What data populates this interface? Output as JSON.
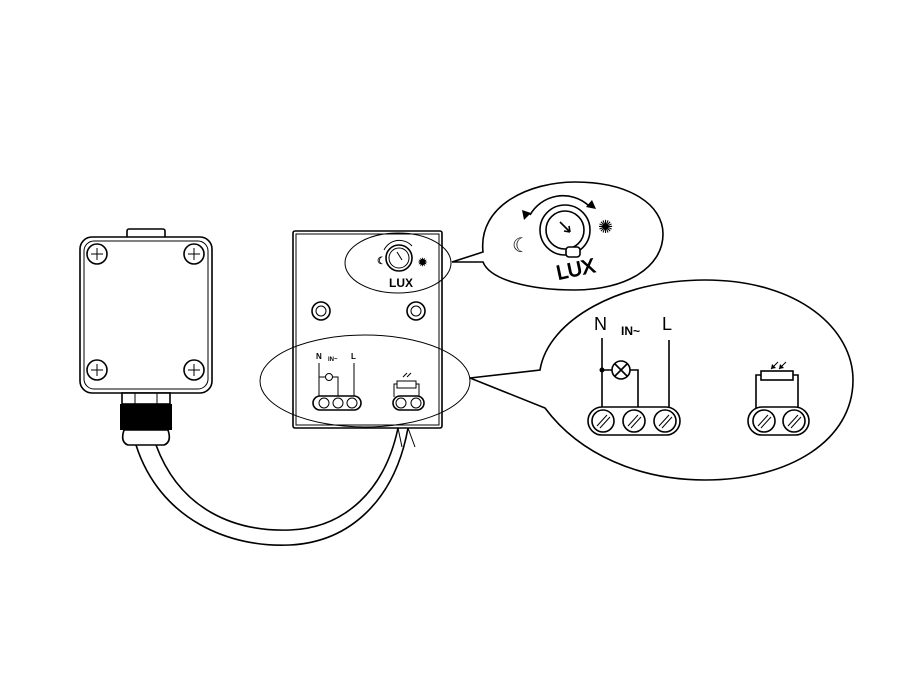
{
  "diagram": {
    "controller": {
      "dial_label": "LUX",
      "terminal_labels": {
        "neutral": "N",
        "input": "IN~",
        "live": "L"
      }
    },
    "dial_callout": {
      "dial_label": "LUX"
    },
    "terminal_callout": {
      "neutral": "N",
      "input": "IN~",
      "live": "L"
    },
    "colors": {
      "line": "#000000",
      "background": "#ffffff"
    }
  }
}
